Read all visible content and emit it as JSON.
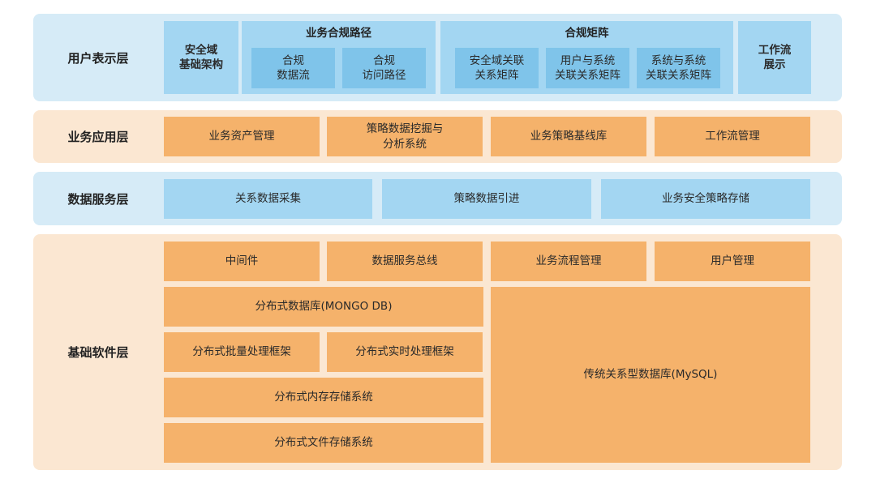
{
  "layers": {
    "user": {
      "title": "用户表示层",
      "security_domain": "安全域\n基础架构",
      "compliance_path": {
        "title": "业务合规路径",
        "items": [
          "合规\n数据流",
          "合规\n访问路径"
        ]
      },
      "compliance_matrix": {
        "title": "合规矩阵",
        "items": [
          "安全域关联\n关系矩阵",
          "用户与系统\n关联关系矩阵",
          "系统与系统\n关联关系矩阵"
        ]
      },
      "workflow": "工作流\n展示"
    },
    "business": {
      "title": "业务应用层",
      "items": [
        "业务资产管理",
        "策略数据挖掘与\n分析系统",
        "业务策略基线库",
        "工作流管理"
      ]
    },
    "data": {
      "title": "数据服务层",
      "items": [
        "关系数据采集",
        "策略数据引进",
        "业务安全策略存储"
      ]
    },
    "base": {
      "title": "基础软件层",
      "top_items": [
        "中间件",
        "数据服务总线",
        "业务流程管理",
        "用户管理"
      ],
      "mongo": "分布式数据库(MONGO DB)",
      "batch": "分布式批量处理框架",
      "realtime": "分布式实时处理框架",
      "memory": "分布式内存存储系统",
      "file": "分布式文件存储系统",
      "mysql": "传统关系型数据库(MySQL)"
    }
  }
}
